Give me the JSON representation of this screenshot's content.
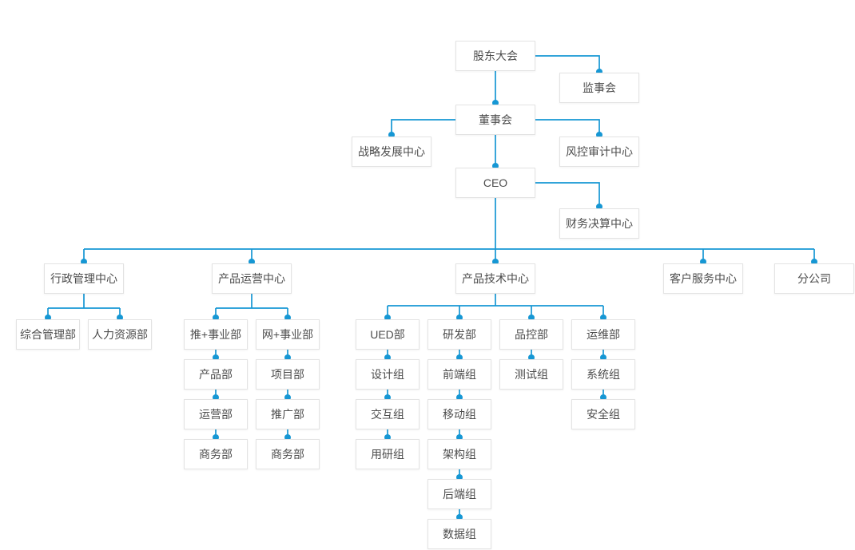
{
  "colors": {
    "line": "#1697d4",
    "box_border": "#e3e3e3",
    "box_bg": "#ffffff",
    "text": "#4d4d4d",
    "page_bg": "#ffffff"
  },
  "nodes": {
    "shareholders_meeting": {
      "label": "股东大会"
    },
    "supervisory_board": {
      "label": "监事会"
    },
    "board_of_directors": {
      "label": "董事会"
    },
    "strategy_center": {
      "label": "战略发展中心"
    },
    "risk_audit_center": {
      "label": "风控审计中心"
    },
    "ceo": {
      "label": "CEO"
    },
    "finance_center": {
      "label": "财务决算中心"
    },
    "admin_center": {
      "label": "行政管理中心"
    },
    "product_ops_center": {
      "label": "产品运营中心"
    },
    "product_tech_center": {
      "label": "产品技术中心"
    },
    "customer_service_center": {
      "label": "客户服务中心"
    },
    "branch_company": {
      "label": "分公司"
    },
    "general_admin_dept": {
      "label": "综合管理部"
    },
    "hr_dept": {
      "label": "人力资源部"
    },
    "tui_plus_bu": {
      "label": "推+事业部"
    },
    "wang_plus_bu": {
      "label": "网+事业部"
    },
    "product_dept": {
      "label": "产品部"
    },
    "operations_dept": {
      "label": "运营部"
    },
    "business_dept_1": {
      "label": "商务部"
    },
    "project_dept": {
      "label": "项目部"
    },
    "promotion_dept": {
      "label": "推广部"
    },
    "business_dept_2": {
      "label": "商务部"
    },
    "ued_dept": {
      "label": "UED部"
    },
    "rnd_dept": {
      "label": "研发部"
    },
    "qa_dept": {
      "label": "品控部"
    },
    "ops_maintenance_dept": {
      "label": "运维部"
    },
    "design_team": {
      "label": "设计组"
    },
    "interaction_team": {
      "label": "交互组"
    },
    "user_research_team": {
      "label": "用研组"
    },
    "frontend_team": {
      "label": "前端组"
    },
    "mobile_team": {
      "label": "移动组"
    },
    "architecture_team": {
      "label": "架构组"
    },
    "backend_team": {
      "label": "后端组"
    },
    "data_team": {
      "label": "数据组"
    },
    "testing_team": {
      "label": "测试组"
    },
    "system_team": {
      "label": "系统组"
    },
    "security_team": {
      "label": "安全组"
    }
  },
  "structure": {
    "shareholders_meeting": [
      "supervisory_board",
      "board_of_directors"
    ],
    "board_of_directors": [
      "strategy_center",
      "risk_audit_center",
      "ceo"
    ],
    "ceo": [
      "finance_center",
      "admin_center",
      "product_ops_center",
      "product_tech_center",
      "customer_service_center",
      "branch_company"
    ],
    "admin_center": [
      "general_admin_dept",
      "hr_dept"
    ],
    "product_ops_center": [
      "tui_plus_bu",
      "wang_plus_bu"
    ],
    "tui_plus_bu": [
      "product_dept"
    ],
    "product_dept": [
      "operations_dept"
    ],
    "operations_dept": [
      "business_dept_1"
    ],
    "wang_plus_bu": [
      "project_dept"
    ],
    "project_dept": [
      "promotion_dept"
    ],
    "promotion_dept": [
      "business_dept_2"
    ],
    "product_tech_center": [
      "ued_dept",
      "rnd_dept",
      "qa_dept",
      "ops_maintenance_dept"
    ],
    "ued_dept": [
      "design_team"
    ],
    "design_team": [
      "interaction_team"
    ],
    "interaction_team": [
      "user_research_team"
    ],
    "rnd_dept": [
      "frontend_team"
    ],
    "frontend_team": [
      "mobile_team"
    ],
    "mobile_team": [
      "architecture_team"
    ],
    "architecture_team": [
      "backend_team"
    ],
    "backend_team": [
      "data_team"
    ],
    "qa_dept": [
      "testing_team"
    ],
    "ops_maintenance_dept": [
      "system_team"
    ],
    "system_team": [
      "security_team"
    ]
  }
}
